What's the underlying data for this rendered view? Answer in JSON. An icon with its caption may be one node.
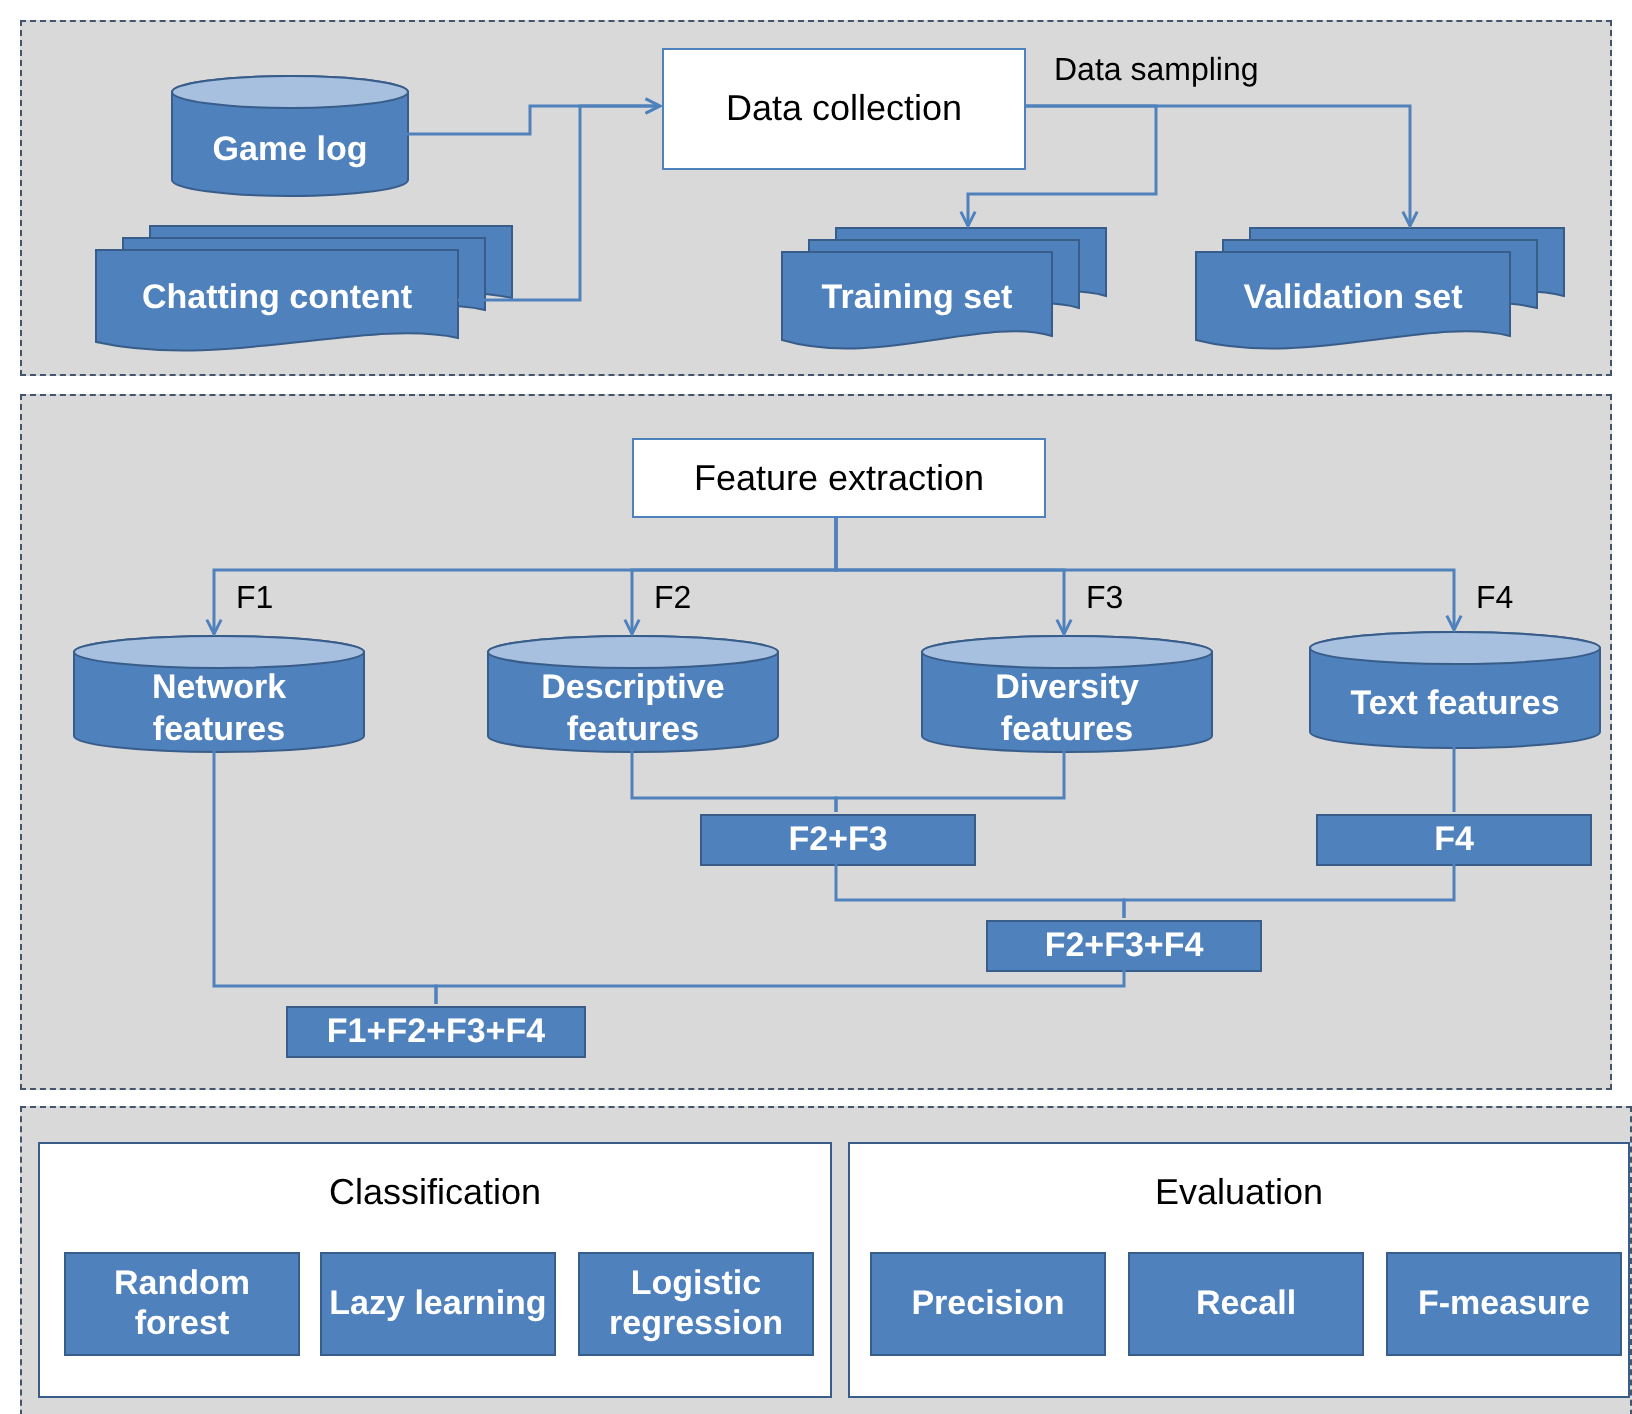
{
  "diagram": {
    "nodes": [
      {
        "text": [],
        "shape": "box"
      },
      {
        "text": [
          "Game log"
        ],
        "in": 0
      },
      {
        "text": [
          "Chatting content"
        ],
        "in": 0
      },
      {
        "text": [
          "Data collection"
        ],
        "in": 0
      },
      {
        "text": [
          "Training set"
        ],
        "in": 0
      },
      {
        "text": [
          "Validation set"
        ],
        "in": 0
      },
      {
        "text": [],
        "shape": "box"
      },
      {
        "text": [
          "Feature extraction"
        ],
        "in": 6
      },
      {
        "text": [
          "Network features"
        ],
        "in": 6
      },
      {
        "text": [
          "Descriptive features"
        ],
        "in": 6
      },
      {
        "text": [
          "Diversity features"
        ],
        "in": 6
      },
      {
        "text": [
          "Text features"
        ],
        "in": 6
      },
      {
        "text": [
          "F2+F3"
        ],
        "in": 6
      },
      {
        "text": [
          "F4"
        ],
        "in": 6
      },
      {
        "text": [
          "F2+F3+F4"
        ],
        "in": 6
      },
      {
        "text": [
          "F1+F2+F3+F4"
        ],
        "in": 6
      },
      {
        "text": [],
        "shape": "box"
      },
      {
        "text": [
          "Classification"
        ],
        "in": 16
      },
      {
        "text": [
          "Random forest"
        ],
        "in": 17
      },
      {
        "text": [
          "Lazy learning"
        ],
        "in": 17
      },
      {
        "text": [
          "Logistic regression"
        ],
        "in": 17
      },
      {
        "text": [
          "Evaluation"
        ],
        "in": 16
      },
      {
        "text": [
          "Precision"
        ],
        "in": 21
      },
      {
        "text": [
          "Recall"
        ],
        "in": 21
      },
      {
        "text": [
          "F-measure"
        ],
        "in": 21
      }
    ],
    "edges": [
      {
        "from": 1,
        "to": 3,
        "arrow": "to"
      },
      {
        "from": 2,
        "to": 3,
        "arrow": "to"
      },
      {
        "from": 3,
        "to": 4,
        "arrow": "to"
      },
      {
        "from": 3,
        "to": 5,
        "arrow": "to"
      },
      {
        "from": 7,
        "to": 8,
        "arrow": "to",
        "label": "F1"
      },
      {
        "from": 7,
        "to": 9,
        "arrow": "to",
        "label": "F2"
      },
      {
        "from": 7,
        "to": 10,
        "arrow": "to",
        "label": "F3"
      },
      {
        "from": 7,
        "to": 11,
        "arrow": "to",
        "label": "F4"
      },
      {
        "from": 9,
        "to": 12,
        "arrow": "none"
      },
      {
        "from": 10,
        "to": 12,
        "arrow": "none"
      },
      {
        "from": 11,
        "to": 13,
        "arrow": "none"
      },
      {
        "from": 12,
        "to": 14,
        "arrow": "none"
      },
      {
        "from": 13,
        "to": 14,
        "arrow": "none"
      },
      {
        "from": 8,
        "to": 15,
        "arrow": "none"
      },
      {
        "from": 14,
        "to": 15,
        "arrow": "none"
      }
    ],
    "labels": [
      "Data sampling"
    ]
  }
}
